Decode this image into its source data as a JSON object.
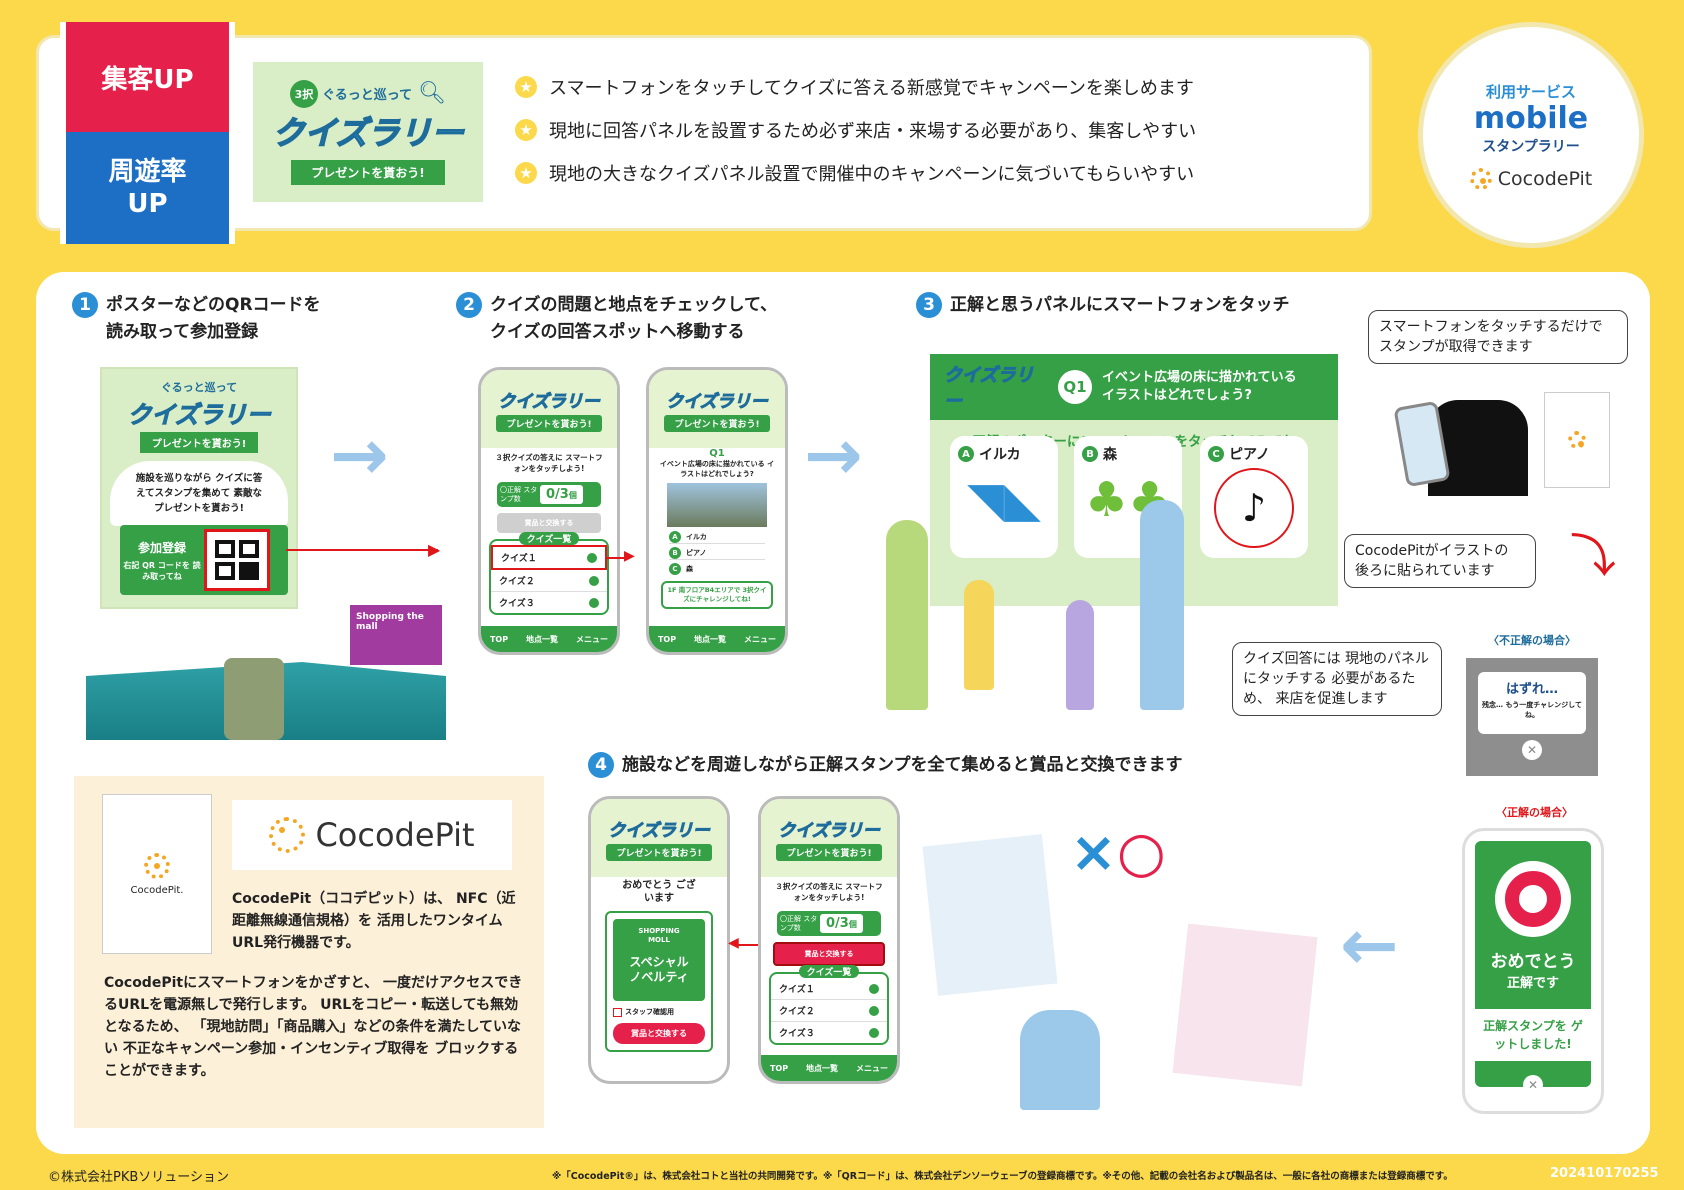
{
  "header": {
    "badge_top": "集客UP",
    "badge_bottom_1": "周遊率",
    "badge_bottom_2": "UP",
    "logo_small": "ぐるっと巡って",
    "logo_main": "クイズラリー",
    "logo_ribbon": "プレゼントを貰おう!",
    "logo_tag": "3択",
    "features": [
      "スマートフォンをタッチしてクイズに答える新感覚でキャンペーンを楽しめます",
      "現地に回答パネルを設置するため必ず来店・来場する必要があり、集客しやすい",
      "現地の大きなクイズパネル設置で開催中のキャンペーンに気づいてもらいやすい"
    ]
  },
  "service": {
    "label": "利用サービス",
    "mobile": "mobile",
    "stamp": "スタンプラリー",
    "cocode": "CocodePit"
  },
  "steps": {
    "s1_num": "1",
    "s1_line1": "ポスターなどのQRコードを",
    "s1_line2": "読み取って参加登録",
    "s2_num": "2",
    "s2_line1": "クイズの問題と地点をチェックして、",
    "s2_line2": "クイズの回答スポットへ移動する",
    "s3_num": "3",
    "s3_line1": "正解と思うパネルにスマートフォンをタッチ",
    "s4_num": "4",
    "s4_line1": "施設などを周遊しながら正解スタンプを全て集めると賞品と交換できます"
  },
  "poster": {
    "desc": "施設を巡りながら クイズに答えてスタンプを集めて 素敵なプレゼントを貰おう!",
    "join_title": "参加登録",
    "join_sub": "右記 QR コードを 読み取ってね"
  },
  "mall_sign": "Shopping the mall",
  "phone_a": {
    "intro": "３択クイズの答えに スマートフォンをタッチしよう!",
    "stamp_label": "〇正解 スタンプ数",
    "stamp_count": "0/3",
    "stamp_unit": "個",
    "exchange": "賞品と交換する",
    "list_title": "クイズ一覧",
    "quiz": [
      "クイズ１",
      "クイズ２",
      "クイズ３"
    ],
    "nav": [
      "TOP",
      "地点一覧",
      "メニュー"
    ]
  },
  "phone_b": {
    "q": "Q1",
    "question": "イベント広場の床に描かれている イラストはどれでしょう?",
    "options": [
      {
        "key": "A",
        "text": "イルカ"
      },
      {
        "key": "B",
        "text": "ピアノ"
      },
      {
        "key": "C",
        "text": "森"
      }
    ],
    "hint": "1F 南フロアB4エリアで 3択クイズにチャレンジしてね!"
  },
  "board": {
    "q": "Q1",
    "question": "イベント広場の床に描かれている イラストはどれでしょう?",
    "instruction": "正解のポスターにスマートフォンをタッチしてみてね",
    "options": [
      {
        "key": "A",
        "text": "イルカ"
      },
      {
        "key": "B",
        "text": "森"
      },
      {
        "key": "C",
        "text": "ピアノ"
      }
    ]
  },
  "bubbles": {
    "b1": "スマートフォンをタッチするだけで スタンプが取得できます",
    "b2": "CocodePitがイラストの 後ろに貼られています",
    "b3": "クイズ回答には 現地のパネルにタッチする 必要があるため、 来店を促進します"
  },
  "wrong": {
    "label": "〈不正解の場合〉",
    "title": "はずれ…",
    "sub": "残念… もう一度チャレンジしてね。"
  },
  "right": {
    "label": "〈正解の場合〉",
    "title": "おめでとう",
    "sub": "正解です",
    "msg": "正解スタンプを ゲットしました!"
  },
  "cocode": {
    "card_name": "CocodePit.",
    "logo": "CocodePit",
    "p1": "CocodePit（ココデピット）は、 NFC（近距離無線通信規格）を 活用したワンタイムURL発行機器です。",
    "p2": "CocodePitにスマートフォンをかざすと、 一度だけアクセスできるURLを電源無しで発行します。 URLをコピー・転送しても無効となるため、 「現地訪問」「商品購入」などの条件を満たしていない 不正なキャンペーン参加・インセンティブ取得を ブロックすることができます。"
  },
  "phone_c": {
    "congrats": "おめでとう ございます",
    "prize_tag": "SHOPPING MOLL",
    "prize": "スペシャル ノベルティ",
    "staff": "スタッフ確認用",
    "exchange": "賞品と交換する"
  },
  "footer": {
    "copyright": "©株式会社PKBソリューション",
    "note": "※「CocodePit®」は、株式会社コトと当社の共同開発です。※「QRコード」は、株式会社デンソーウェーブの登録商標です。※その他、記載の会社名および製品名は、一般に各社の商標または登録商標です。",
    "code": "202410170255"
  }
}
